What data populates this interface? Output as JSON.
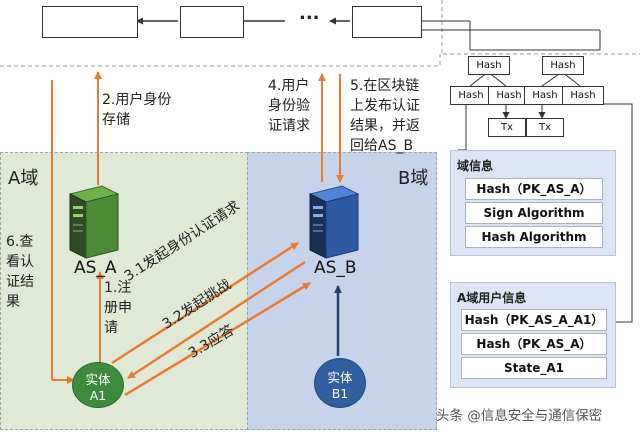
{
  "chain": {
    "ellipsis": "..."
  },
  "domains": {
    "a": "A域",
    "b": "B域"
  },
  "servers": {
    "as_a": "AS_A",
    "as_b": "AS_B"
  },
  "entities": {
    "a1": {
      "line1": "实体",
      "line2": "A1"
    },
    "b1": {
      "line1": "实体",
      "line2": "B1"
    }
  },
  "steps": {
    "s1": [
      "1.注",
      "册申",
      "请"
    ],
    "s2": [
      "2.用户身份",
      "存储"
    ],
    "s31": "3.1发起身份认证请求",
    "s32": "3.2发起挑战",
    "s33": "3.3应答",
    "s4": [
      "4.用户",
      "身份验",
      "证请求"
    ],
    "s5": [
      "5.在区块链",
      "上发布认证",
      "结果，并返",
      "回给AS_B"
    ],
    "s6": [
      "6.查",
      "看认",
      "证结",
      "果"
    ]
  },
  "merkle": {
    "top": [
      "Hash",
      "Hash"
    ],
    "mid": [
      "Hash",
      "Hash",
      "Hash",
      "Hash"
    ],
    "tx": [
      "Tx",
      "Tx"
    ]
  },
  "domain_info": {
    "title": "域信息",
    "fields": [
      "Hash（PK_AS_A）",
      "Sign Algorithm",
      "Hash Algorithm"
    ]
  },
  "user_info": {
    "title": "A域用户信息",
    "fields": [
      "Hash（PK_AS_A_A1）",
      "Hash（PK_AS_A）",
      "State_A1"
    ]
  },
  "watermark": "头条 @信息安全与通信保密",
  "colors": {
    "orange": "#e87a32",
    "dark_blue": "#2b3f6b",
    "domain_a": "#dfe9d6",
    "domain_b": "#c7d3ea"
  }
}
